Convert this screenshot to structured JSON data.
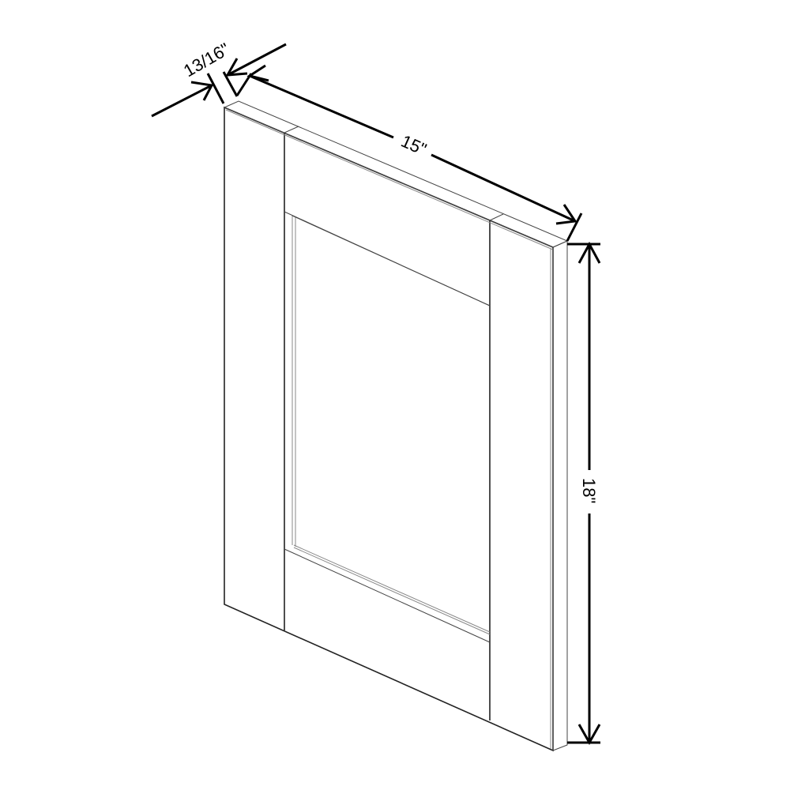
{
  "diagram": {
    "subject": "Shaker-style cabinet door, isometric line drawing",
    "dimensions": {
      "thickness": "13/16\"",
      "width": "15\"",
      "height": "18\""
    },
    "colors": {
      "background": "#ffffff",
      "line": "#222222",
      "dimension_line": "#000000"
    }
  }
}
